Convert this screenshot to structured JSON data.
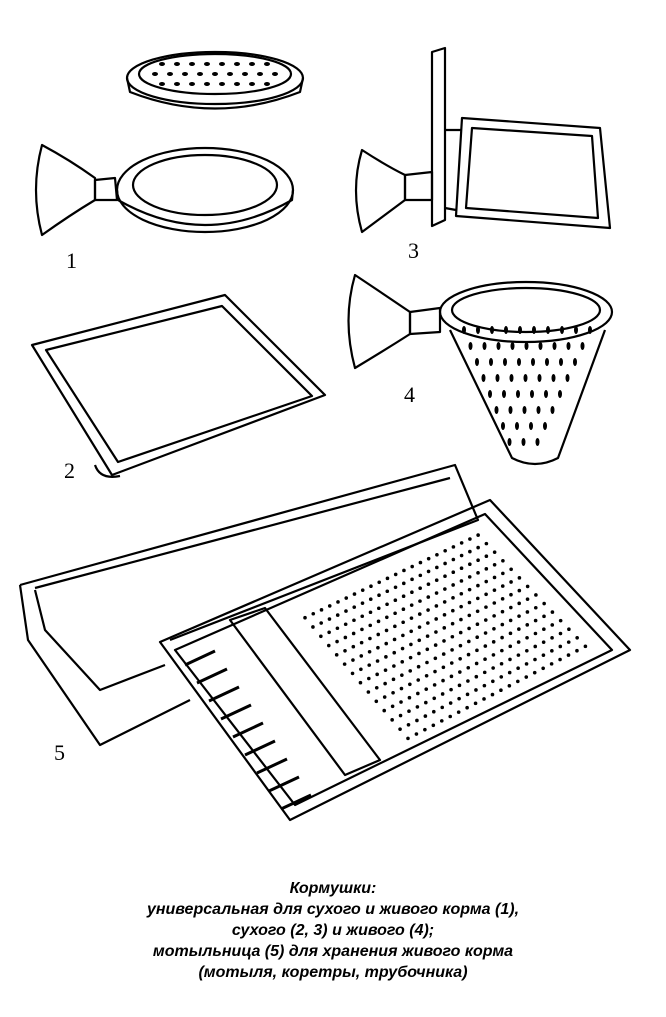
{
  "figure": {
    "labels": [
      "1",
      "2",
      "3",
      "4",
      "5"
    ],
    "caption": {
      "title": "Кормушки:",
      "lines": [
        "универсальная для сухого и живого корма (1),",
        "сухого (2, 3) и живого (4);",
        "мотыльница (5) для хранения живого корма",
        "(мотыля, коретры, трубочника)"
      ]
    }
  }
}
